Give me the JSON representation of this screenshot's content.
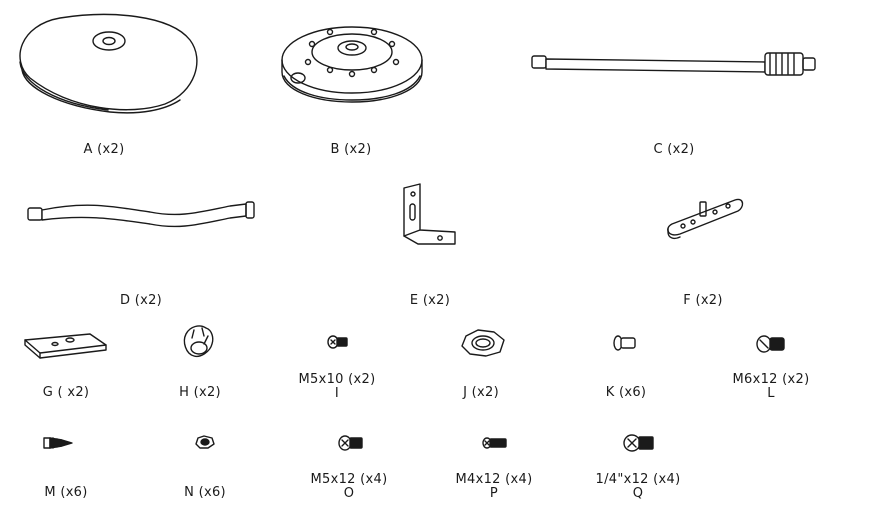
{
  "parts": [
    {
      "id": "A",
      "label": "A (x2)",
      "icon": "oval-base-plate-icon"
    },
    {
      "id": "B",
      "label": "B (x2)",
      "icon": "round-base-disc-icon"
    },
    {
      "id": "C",
      "label": "C (x2)",
      "icon": "straight-pole-icon"
    },
    {
      "id": "D",
      "label": "D (x2)",
      "icon": "curved-arm-icon"
    },
    {
      "id": "E",
      "label": "E (x2)",
      "icon": "l-bracket-icon"
    },
    {
      "id": "F",
      "label": "F (x2)",
      "icon": "mounting-plate-icon"
    },
    {
      "id": "G",
      "label": "G ( x2)",
      "icon": "square-plate-icon"
    },
    {
      "id": "H",
      "label": "H (x2)",
      "icon": "knob-icon"
    },
    {
      "id": "I",
      "label": "M5x10 (x2)",
      "sub": "I",
      "icon": "screw-icon"
    },
    {
      "id": "J",
      "label": "J (x2)",
      "icon": "hex-nut-icon"
    },
    {
      "id": "K",
      "label": "K (x6)",
      "icon": "pin-icon"
    },
    {
      "id": "L",
      "label": "M6x12 (x2)",
      "sub": "L",
      "icon": "bolt-icon"
    },
    {
      "id": "M",
      "label": "M (x6)",
      "icon": "wood-screw-icon"
    },
    {
      "id": "N",
      "label": "N (x6)",
      "icon": "small-nut-icon"
    },
    {
      "id": "O",
      "label": "M5x12 (x4)",
      "sub": "O",
      "icon": "screw-icon"
    },
    {
      "id": "P",
      "label": "M4x12 (x4)",
      "sub": "P",
      "icon": "small-screw-icon"
    },
    {
      "id": "Q",
      "label": "1/4\"x12 (x4)",
      "sub": "Q",
      "icon": "screw-icon"
    }
  ]
}
